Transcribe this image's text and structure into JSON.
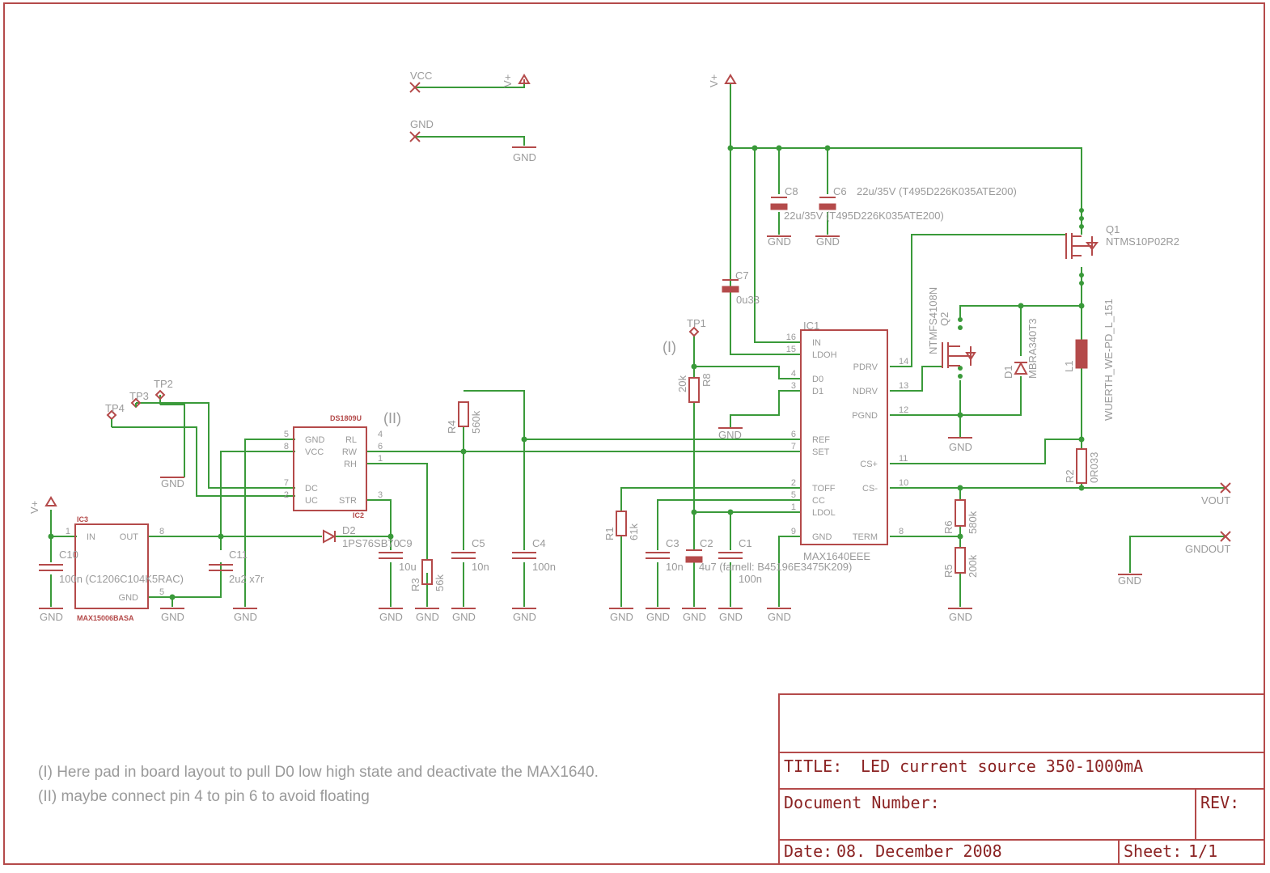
{
  "labels": {
    "vcc_net": "VCC",
    "gnd_net": "GND",
    "vplus": "V+",
    "gnd": "GND",
    "c8": "C8",
    "c8_val": "22u/35V (T495D226K035ATE200)",
    "c6": "C6",
    "c6_val": "22u/35V (T495D226K035ATE200)",
    "q1": "Q1",
    "q1_val": "NTMS10P02R2",
    "c7": "C7",
    "c7_val": "0u33",
    "q2": "Q2",
    "q2_val": "NTMFS4108N",
    "d1": "D1",
    "d1_val": "MBRA340T3",
    "l1": "L1",
    "l1_val": "WUERTH_WE-PD_L_151",
    "tp1": "TP1",
    "tp2": "TP2",
    "tp3": "TP3",
    "tp4": "TP4",
    "mark1": "(I)",
    "mark2": "(II)",
    "ic1": "IC1",
    "ic1_val": "MAX1640EEE",
    "ic2": "IC2",
    "ic2_val": "DS1809U",
    "ic3": "IC3",
    "ic3_val": "MAX15006BASA",
    "r1": "R1",
    "r1_val": "61k",
    "r2": "R2",
    "r2_val": "0R033",
    "r3": "R3",
    "r3_val": "56k",
    "r4": "R4",
    "r4_val": "560k",
    "r5": "R5",
    "r5_val": "200k",
    "r6": "R6",
    "r6_val": "580k",
    "r8": "R8",
    "r8_val": "20k",
    "c1": "C1",
    "c1_val": "100n",
    "c2": "C2",
    "c2_val": "4u7 (farnell: B45196E3475K209)",
    "c3": "C3",
    "c3_val": "10n",
    "c4": "C4",
    "c4_val": "100n",
    "c5": "C5",
    "c5_val": "10n",
    "c9": "C9",
    "c9_val": "10u",
    "c10": "C10",
    "c10_val": "100n (C1206C104K5RAC)",
    "c11": "C11",
    "c11_val": "2u2 x7r",
    "d2": "D2",
    "d2_val": "1PS76SB70",
    "vout": "VOUT",
    "gndout": "GNDOUT"
  },
  "ic1_pins": {
    "left": [
      {
        "num": "16",
        "name": "IN"
      },
      {
        "num": "15",
        "name": "LDOH"
      },
      {
        "num": "4",
        "name": "D0"
      },
      {
        "num": "3",
        "name": "D1"
      },
      {
        "num": "6",
        "name": "REF"
      },
      {
        "num": "7",
        "name": "SET"
      },
      {
        "num": "2",
        "name": "TOFF"
      },
      {
        "num": "5",
        "name": "CC"
      },
      {
        "num": "1",
        "name": "LDOL"
      },
      {
        "num": "9",
        "name": "GND"
      }
    ],
    "right": [
      {
        "num": "14",
        "name": "PDRV"
      },
      {
        "num": "13",
        "name": "NDRV"
      },
      {
        "num": "12",
        "name": "PGND"
      },
      {
        "num": "11",
        "name": "CS+"
      },
      {
        "num": "10",
        "name": "CS-"
      },
      {
        "num": "8",
        "name": "TERM"
      }
    ]
  },
  "ic2_pins": {
    "left": [
      {
        "num": "5",
        "name": "GND"
      },
      {
        "num": "8",
        "name": "VCC"
      },
      {
        "num": "7",
        "name": "DC"
      },
      {
        "num": "2",
        "name": "UC"
      }
    ],
    "right": [
      {
        "num": "4",
        "name": "RL"
      },
      {
        "num": "6",
        "name": "RW"
      },
      {
        "num": "1",
        "name": "RH"
      },
      {
        "num": "3",
        "name": "STR"
      }
    ]
  },
  "ic3_pins": {
    "left": [
      {
        "num": "1",
        "name": "IN"
      }
    ],
    "right": [
      {
        "num": "8",
        "name": "OUT"
      },
      {
        "num": "5",
        "name": "GND"
      }
    ]
  },
  "notes": [
    "(I) Here pad in board layout to pull D0 low high state and deactivate the MAX1640.",
    "(II) maybe connect pin 4 to pin 6 to avoid floating"
  ],
  "title_block": {
    "title_label": "TITLE:",
    "title": "LED current source 350-1000mA",
    "docnum_label": "Document Number:",
    "rev_label": "REV:",
    "date_label": "Date:",
    "date": "08. December 2008",
    "sheet_label": "Sheet:",
    "sheet": "1/1"
  },
  "colors": {
    "wire": "#3a9a3a",
    "symbol": "#b44a4a",
    "text": "#9a9a9a",
    "frame": "#b44a4a"
  }
}
